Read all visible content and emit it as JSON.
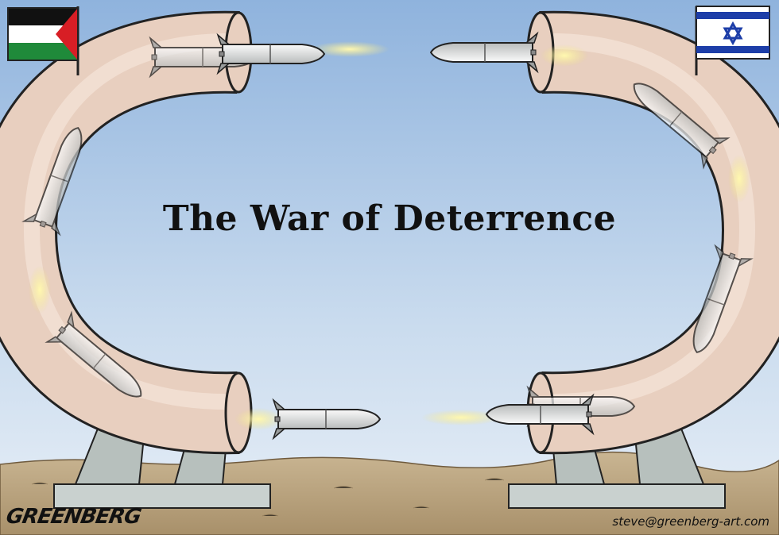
{
  "cartoon": {
    "title": "The War of Deterrence",
    "signature": "GREENBERG",
    "contact": "steve@greenberg-art.com"
  },
  "flags": {
    "left": {
      "name": "palestinian-flag",
      "colors": {
        "black": "#111111",
        "white": "#ffffff",
        "green": "#1f8a3a",
        "red": "#d81e25"
      }
    },
    "right": {
      "name": "israeli-flag",
      "colors": {
        "white": "#ffffff",
        "blue": "#1d3ea8"
      }
    }
  },
  "colors": {
    "sky_top": "#8fb3dd",
    "sky_bottom": "#e4eef8",
    "ground": "#b7a17e",
    "tube": "#e8cfbf",
    "missile": "#e6e6e6",
    "launcher": "#c3ccc9"
  }
}
